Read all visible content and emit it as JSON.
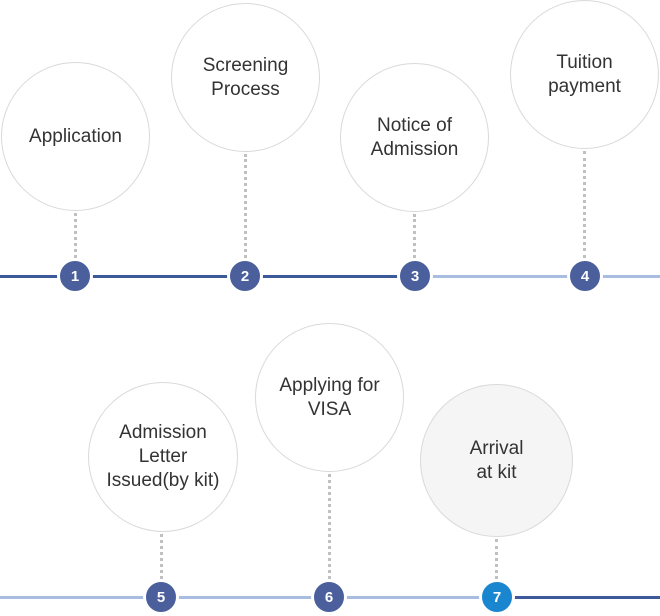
{
  "colors": {
    "track_dark": "#3c5a9a",
    "track_light": "#a8bddf",
    "badge": "#4a5f9c",
    "badge_active": "#1a86d0"
  },
  "steps": [
    {
      "number": "1",
      "label": "Application"
    },
    {
      "number": "2",
      "label": "Screening\nProcess"
    },
    {
      "number": "3",
      "label": "Notice of\nAdmission"
    },
    {
      "number": "4",
      "label": "Tuition\npayment"
    },
    {
      "number": "5",
      "label": "Admission\nLetter\nIssued(by kit)"
    },
    {
      "number": "6",
      "label": "Applying for\nVISA"
    },
    {
      "number": "7",
      "label": "Arrival\nat kit"
    }
  ]
}
